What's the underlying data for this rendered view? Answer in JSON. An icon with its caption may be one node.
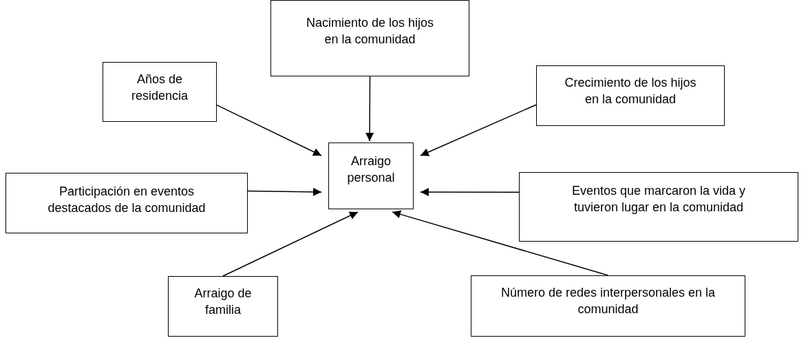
{
  "diagram": {
    "nodes": [
      {
        "text": [
          "Nacimiento de los hijos en la comunidad"
        ]
      },
      {
        "text": [
          "Años de residencia"
        ]
      },
      {
        "text": [
          "Crecimiento de los hijos en la comunidad"
        ]
      },
      {
        "text": [
          "Arraigo personal"
        ]
      },
      {
        "text": [
          "Participación en eventos destacados de la comunidad"
        ]
      },
      {
        "text": [
          "Eventos que marcaron la vida y tuvieron lugar en la comunidad"
        ]
      },
      {
        "text": [
          "Arraigo de familia"
        ]
      },
      {
        "text": [
          "Número de redes interpersonales en la comunidad"
        ]
      }
    ],
    "edges": [
      {
        "from": 0,
        "to": 3,
        "arrow": "to"
      },
      {
        "from": 1,
        "to": 3,
        "arrow": "to"
      },
      {
        "from": 2,
        "to": 3,
        "arrow": "to"
      },
      {
        "from": 4,
        "to": 3,
        "arrow": "to"
      },
      {
        "from": 5,
        "to": 3,
        "arrow": "to"
      },
      {
        "from": 6,
        "to": 3,
        "arrow": "to"
      },
      {
        "from": 7,
        "to": 3,
        "arrow": "to"
      }
    ]
  }
}
